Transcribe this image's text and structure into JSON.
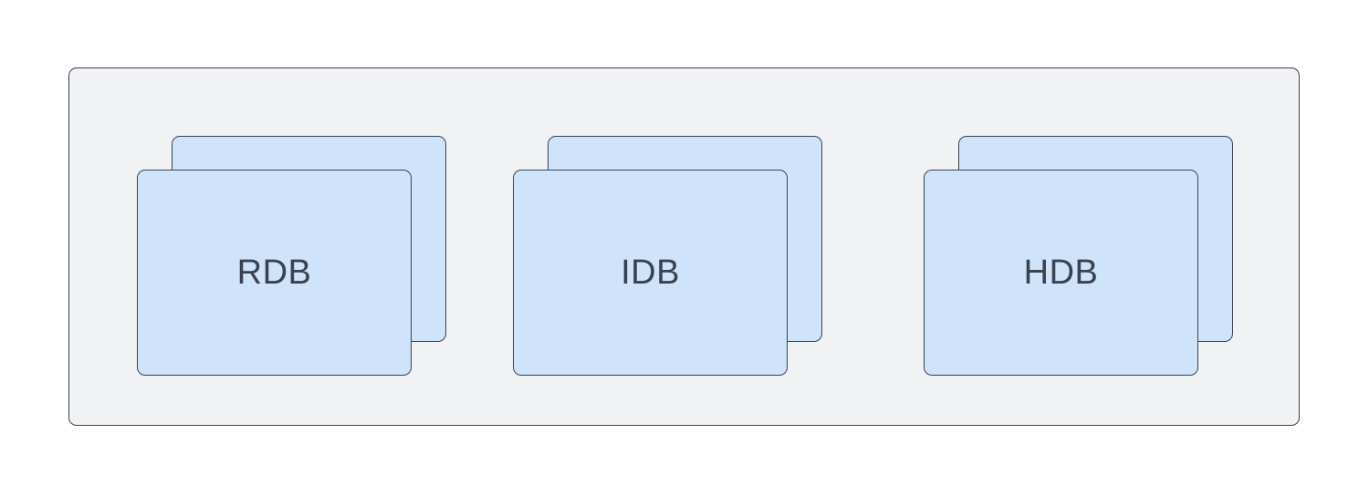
{
  "diagram": {
    "colors": {
      "background": "#ffffff",
      "container_fill": "#f1f2f4",
      "card_fill": "#cfe3fb",
      "stroke": "#3a4250",
      "text": "#3a4250"
    },
    "nodes": [
      {
        "label": "RDB"
      },
      {
        "label": "IDB"
      },
      {
        "label": "HDB"
      }
    ]
  }
}
